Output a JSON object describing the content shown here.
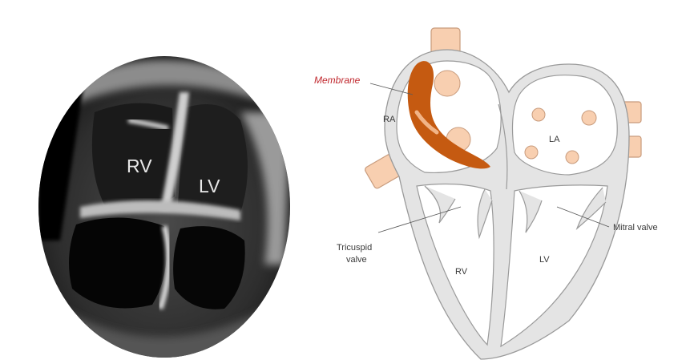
{
  "ultrasound": {
    "labels": {
      "rv": "RV",
      "lv": "LV"
    }
  },
  "diagram": {
    "labels": {
      "membrane": "Membrane",
      "ra": "RA",
      "la": "LA",
      "rv": "RV",
      "lv": "LV",
      "tricuspid_line1": "Tricuspid",
      "tricuspid_line2": "valve",
      "mitral": "Mitral valve"
    }
  },
  "colors": {
    "membrane": "#c55a11",
    "membrane_label": "#c0272d",
    "vessel": "#f8cfb0",
    "heart_wall": "#e4e4e4",
    "heart_outline": "#9a9a9a"
  },
  "icons": [
    "ultrasound-scan-image",
    "heart-diagram"
  ]
}
